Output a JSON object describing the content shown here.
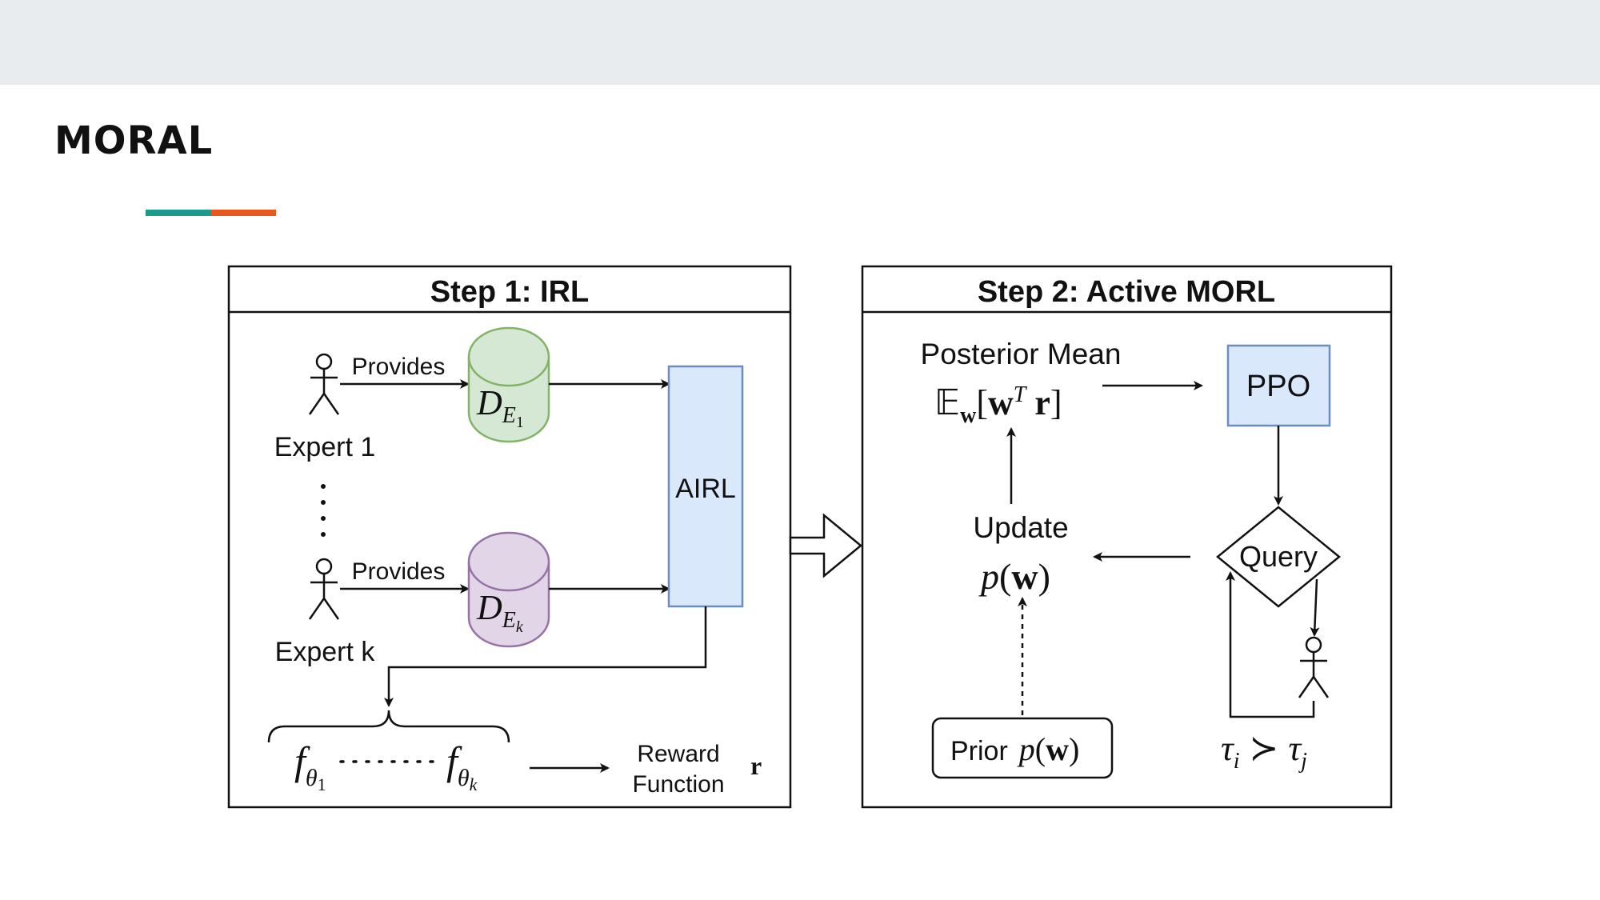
{
  "slide": {
    "title": "MORAL",
    "colors": {
      "top_band": "#e8ecef",
      "accent_teal": "#1a9a8c",
      "accent_orange": "#e8581c"
    }
  },
  "step1": {
    "title": "Step 1: IRL",
    "provides_1": "Provides",
    "provides_k": "Provides",
    "expert_1": "Expert 1",
    "expert_k": "Expert k",
    "dataset_1_symbol": "D",
    "dataset_1_subscript": "E",
    "dataset_1_subsub": "1",
    "dataset_k_symbol": "D",
    "dataset_k_subscript": "E",
    "dataset_k_subsub": "k",
    "airl_label": "AIRL",
    "f_theta_1": "f",
    "f_theta_1_sub": "θ",
    "f_theta_1_subsub": "1",
    "f_theta_k": "f",
    "f_theta_k_sub": "θ",
    "f_theta_k_subsub": "k",
    "reward_line1": "Reward",
    "reward_line2": "Function",
    "reward_symbol": "r",
    "colors": {
      "dataset_1_fill": "#d5e8d4",
      "dataset_1_stroke": "#82b366",
      "dataset_k_fill": "#e1d5e7",
      "dataset_k_stroke": "#9673a6",
      "airl_fill": "#dae8fc",
      "airl_stroke": "#6c8ebf"
    }
  },
  "step2": {
    "title": "Step 2: Active MORL",
    "posterior_label": "Posterior Mean",
    "expectation_E": "𝔼",
    "expectation_w_sub": "w",
    "expectation_wT": "w",
    "expectation_T": "T",
    "expectation_r": "r",
    "ppo_label": "PPO",
    "update_label": "Update",
    "p_w_symbol_p": "p",
    "p_w_symbol_w": "w",
    "query_label": "Query",
    "prior_label": "Prior",
    "prior_p": "p",
    "prior_w": "w",
    "tau_i": "τ",
    "tau_i_sub": "i",
    "tau_j": "τ",
    "tau_j_sub": "j",
    "succ": "≻",
    "colors": {
      "ppo_fill": "#dae8fc",
      "ppo_stroke": "#6c8ebf"
    }
  }
}
